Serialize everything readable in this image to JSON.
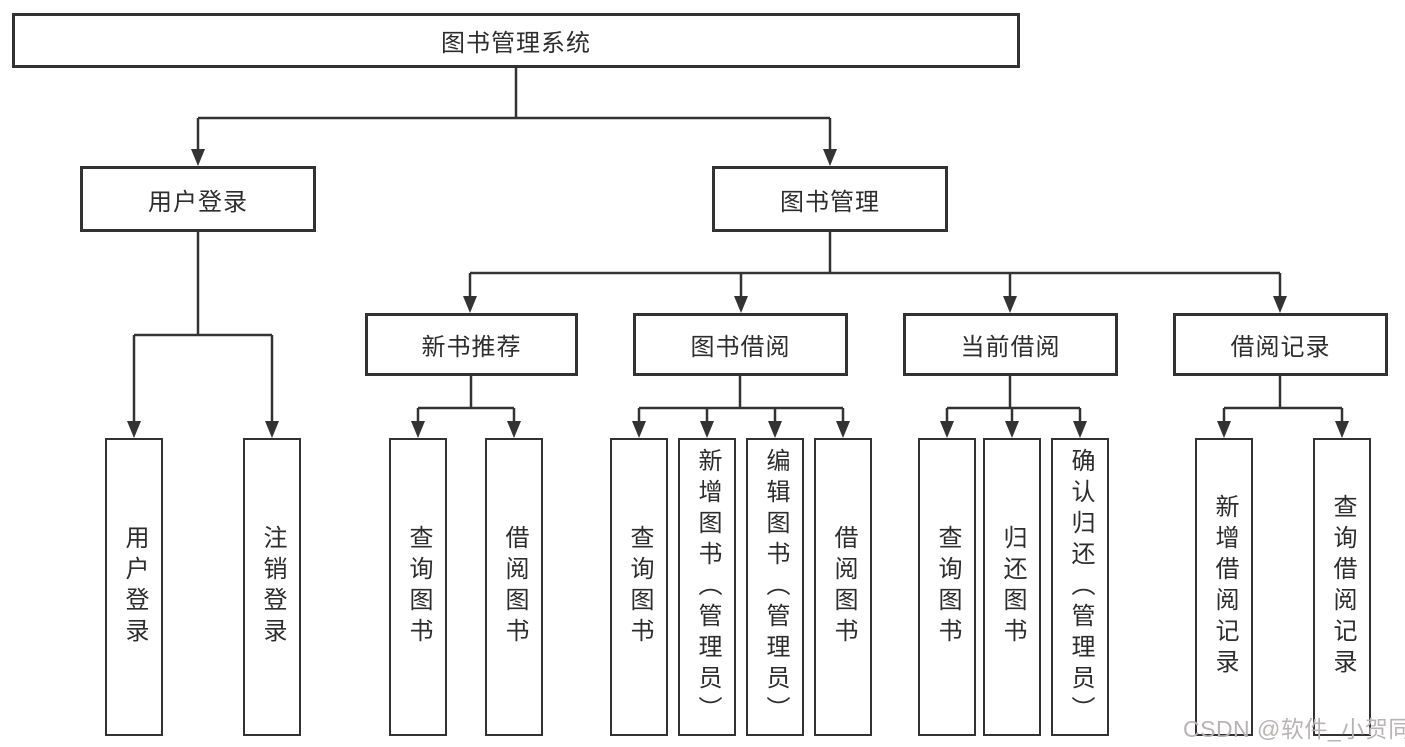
{
  "diagram": {
    "title": "图书管理系统",
    "type": "hierarchy-tree",
    "colors": {
      "background": "#ffffff",
      "line": "#333333",
      "box_border": "#323232",
      "text": "#2d2d2d",
      "watermark": "#b9b4b4"
    },
    "watermark": {
      "text": "CSDN @软件_小贺同学"
    },
    "nodes": {
      "root": {
        "label": "图书管理系统"
      },
      "user_login": {
        "label": "用户登录"
      },
      "book_mgmt": {
        "label": "图书管理"
      },
      "new_book_rec": {
        "label": "新书推荐"
      },
      "book_borrow": {
        "label": "图书借阅"
      },
      "current_borrow": {
        "label": "当前借阅"
      },
      "borrow_record": {
        "label": "借阅记录"
      },
      "leaf_user_login": {
        "label": "用户登录"
      },
      "leaf_logout": {
        "label": "注销登录"
      },
      "leaf_query_book_1": {
        "label": "查询图书"
      },
      "leaf_borrow_book_1": {
        "label": "借阅图书"
      },
      "leaf_query_book_2": {
        "label": "查询图书"
      },
      "leaf_add_book": {
        "label": "新增图书（管理员）"
      },
      "leaf_edit_book": {
        "label": "编辑图书（管理员）"
      },
      "leaf_borrow_book_2": {
        "label": "借阅图书"
      },
      "leaf_query_book_3": {
        "label": "查询图书"
      },
      "leaf_return_book": {
        "label": "归还图书"
      },
      "leaf_confirm_return": {
        "label": "确认归还（管理员）"
      },
      "leaf_add_record": {
        "label": "新增借阅记录"
      },
      "leaf_query_record": {
        "label": "查询借阅记录"
      }
    },
    "edges": [
      "root->user_login",
      "root->book_mgmt",
      "user_login->leaf_user_login",
      "user_login->leaf_logout",
      "book_mgmt->new_book_rec",
      "book_mgmt->book_borrow",
      "book_mgmt->current_borrow",
      "book_mgmt->borrow_record",
      "new_book_rec->leaf_query_book_1",
      "new_book_rec->leaf_borrow_book_1",
      "book_borrow->leaf_query_book_2",
      "book_borrow->leaf_add_book",
      "book_borrow->leaf_edit_book",
      "book_borrow->leaf_borrow_book_2",
      "current_borrow->leaf_query_book_3",
      "current_borrow->leaf_return_book",
      "current_borrow->leaf_confirm_return",
      "borrow_record->leaf_add_record",
      "borrow_record->leaf_query_record"
    ]
  }
}
